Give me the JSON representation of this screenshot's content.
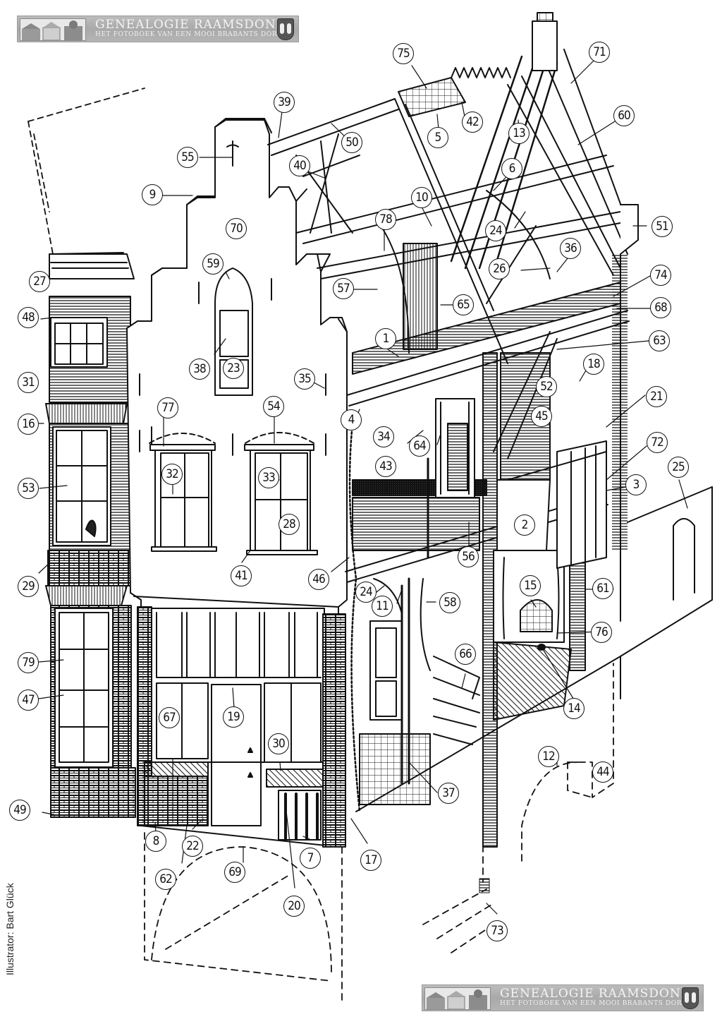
{
  "banner": {
    "title": "GENEALOGIE RAAMSDONK",
    "subtitle": "HET FOTOBOEK VAN EEN MOOI BRABANTS DORP"
  },
  "credit": "Illustrator: Bart Glück",
  "callouts": [
    {
      "n": "1"
    },
    {
      "n": "2"
    },
    {
      "n": "3"
    },
    {
      "n": "4"
    },
    {
      "n": "5"
    },
    {
      "n": "6"
    },
    {
      "n": "7"
    },
    {
      "n": "8"
    },
    {
      "n": "9"
    },
    {
      "n": "10"
    },
    {
      "n": "11"
    },
    {
      "n": "12"
    },
    {
      "n": "13"
    },
    {
      "n": "14"
    },
    {
      "n": "15"
    },
    {
      "n": "16"
    },
    {
      "n": "17"
    },
    {
      "n": "18"
    },
    {
      "n": "19"
    },
    {
      "n": "20"
    },
    {
      "n": "21"
    },
    {
      "n": "22"
    },
    {
      "n": "23"
    },
    {
      "n": "24"
    },
    {
      "n": "24"
    },
    {
      "n": "25"
    },
    {
      "n": "26"
    },
    {
      "n": "27"
    },
    {
      "n": "28"
    },
    {
      "n": "29"
    },
    {
      "n": "30"
    },
    {
      "n": "31"
    },
    {
      "n": "32"
    },
    {
      "n": "33"
    },
    {
      "n": "34"
    },
    {
      "n": "35"
    },
    {
      "n": "36"
    },
    {
      "n": "37"
    },
    {
      "n": "38"
    },
    {
      "n": "39"
    },
    {
      "n": "40"
    },
    {
      "n": "41"
    },
    {
      "n": "42"
    },
    {
      "n": "43"
    },
    {
      "n": "44"
    },
    {
      "n": "45"
    },
    {
      "n": "46"
    },
    {
      "n": "47"
    },
    {
      "n": "48"
    },
    {
      "n": "49"
    },
    {
      "n": "50"
    },
    {
      "n": "51"
    },
    {
      "n": "52"
    },
    {
      "n": "53"
    },
    {
      "n": "54"
    },
    {
      "n": "55"
    },
    {
      "n": "56"
    },
    {
      "n": "57"
    },
    {
      "n": "58"
    },
    {
      "n": "59"
    },
    {
      "n": "60"
    },
    {
      "n": "61"
    },
    {
      "n": "62"
    },
    {
      "n": "63"
    },
    {
      "n": "64"
    },
    {
      "n": "65"
    },
    {
      "n": "66"
    },
    {
      "n": "67"
    },
    {
      "n": "68"
    },
    {
      "n": "69"
    },
    {
      "n": "70"
    },
    {
      "n": "71"
    },
    {
      "n": "72"
    },
    {
      "n": "73"
    },
    {
      "n": "74"
    },
    {
      "n": "75"
    },
    {
      "n": "76"
    },
    {
      "n": "77"
    },
    {
      "n": "78"
    },
    {
      "n": "79"
    }
  ]
}
